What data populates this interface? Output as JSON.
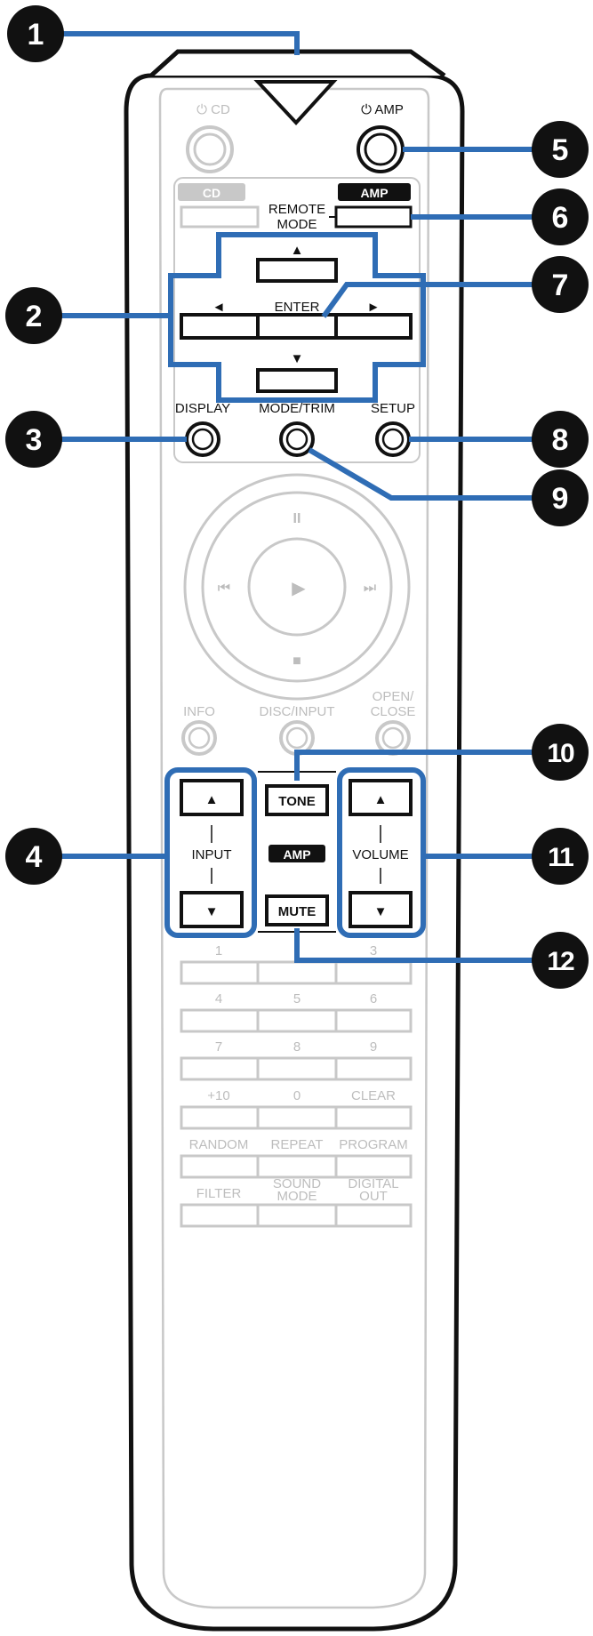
{
  "callouts": [
    "1",
    "2",
    "3",
    "4",
    "5",
    "6",
    "7",
    "8",
    "9",
    "10",
    "11",
    "12"
  ],
  "top_labels": {
    "power_cd": "⏻ CD",
    "power_amp": "⏻ AMP"
  },
  "remote_mode": {
    "cd_badge": "CD",
    "amp_badge": "AMP",
    "label_line1": "REMOTE",
    "label_line2": "MODE"
  },
  "cursor": {
    "up": "▲",
    "down": "▼",
    "left": "◄",
    "right": "►",
    "enter": "ENTER"
  },
  "function_row": {
    "display": "DISPLAY",
    "mode_trim": "MODE/TRIM",
    "setup": "SETUP"
  },
  "transport": {
    "pause": "II",
    "prev": "⏮",
    "play": "▶",
    "next": "⏭",
    "stop": "■"
  },
  "info_row": {
    "info": "INFO",
    "disc_input": "DISC/INPUT",
    "open_close_line1": "OPEN/",
    "open_close_line2": "CLOSE"
  },
  "amp_section": {
    "input_label": "INPUT",
    "tone": "TONE",
    "amp_badge": "AMP",
    "mute": "MUTE",
    "volume_label": "VOLUME",
    "up": "▲",
    "down": "▼"
  },
  "numpad": {
    "row1": [
      "1",
      "",
      "3"
    ],
    "row2": [
      "4",
      "5",
      "6"
    ],
    "row3": [
      "7",
      "8",
      "9"
    ],
    "row4": [
      "+10",
      "0",
      "CLEAR"
    ],
    "row5": [
      "RANDOM",
      "REPEAT",
      "PROGRAM"
    ],
    "row6_left": "FILTER",
    "row6_mid_1": "SOUND",
    "row6_mid_2": "MODE",
    "row6_right_1": "DIGITAL",
    "row6_right_2": "OUT"
  },
  "colors": {
    "callout_blue": "#2f6db5",
    "outline": "#111111",
    "inactive": "#bdbdbd",
    "badge_grey": "#c8c8c8"
  }
}
